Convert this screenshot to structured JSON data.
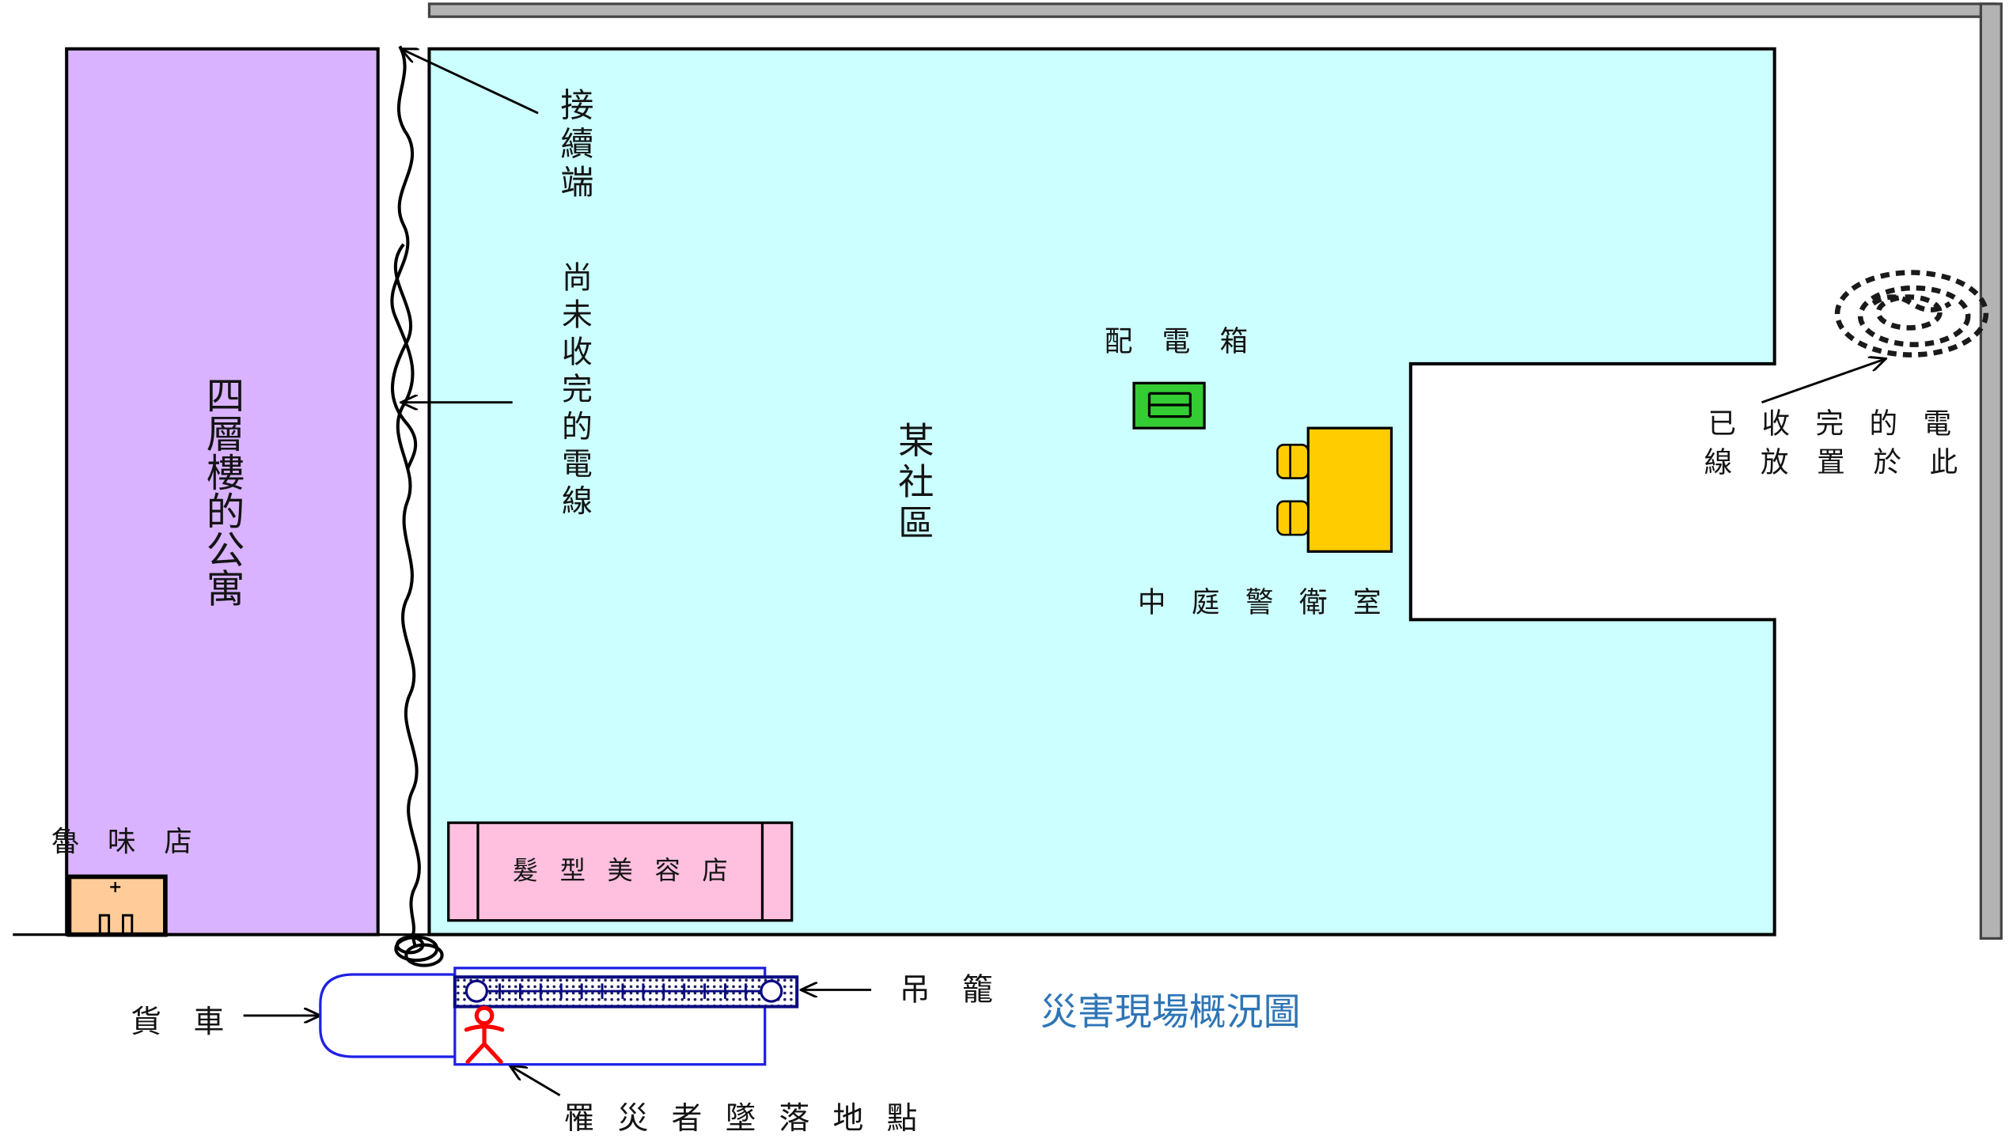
{
  "diagram": {
    "title": "災害現場概況圖",
    "apartment": "四層樓的公寓",
    "junction": "接續端",
    "unfinished_wire": "尚未收完的電線",
    "community": "某社區",
    "distribution_box": "配電箱",
    "guard_room": "中庭警衛室",
    "collected_wire_line1": "已收完的電",
    "collected_wire_line2": "線放置於此",
    "snack_shop": "魯味店",
    "salon": "髮型美容店",
    "truck": "貨車",
    "gondola": "吊籠",
    "fall_point": "罹災者墜落地點"
  },
  "colors": {
    "apartment": "#D9B3FF",
    "community": "#CCFFFF",
    "salon": "#FFBFDF",
    "snack_shop": "#FFCC99",
    "distribution_box": "#33CC33",
    "guard_room": "#FFCC00",
    "victim": "#FF0000",
    "truck": "#1F1FE6",
    "gondola_frame": "#0A0A80",
    "wall": "#B3B3B3",
    "title": "#2E75B6"
  }
}
